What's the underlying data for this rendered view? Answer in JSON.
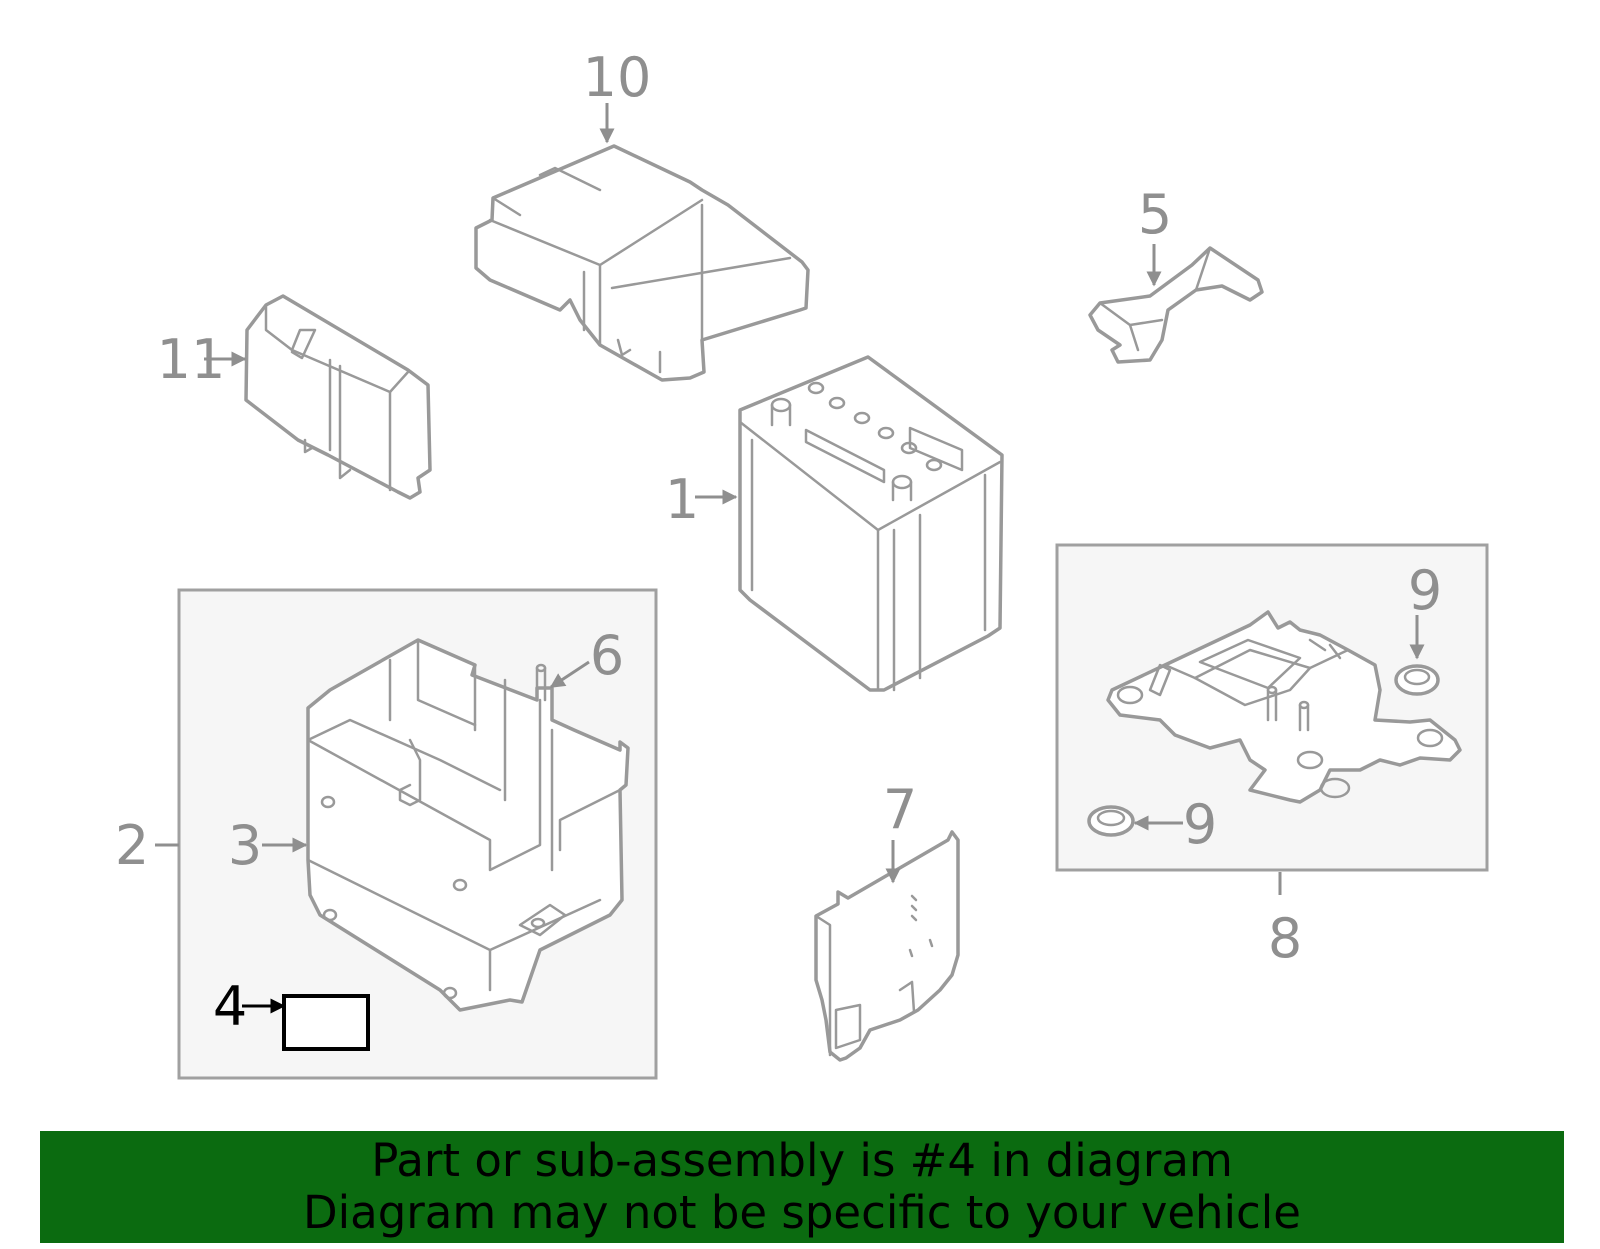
{
  "callouts": {
    "c1": "1",
    "c2": "2",
    "c3": "3",
    "c4": "4",
    "c5": "5",
    "c6": "6",
    "c7": "7",
    "c8": "8",
    "c9a": "9",
    "c9b": "9",
    "c10": "10",
    "c11": "11"
  },
  "highlighted_part": "4",
  "banner": {
    "line1": "Part or sub-assembly is #4 in diagram",
    "line2": "Diagram may not be specific to your vehicle",
    "background": "#0b6b10"
  },
  "colors": {
    "line_art": "#999999",
    "callout_text": "#8f8f8f",
    "highlight": "#000000",
    "group_box_fill": "#f6f6f6"
  }
}
